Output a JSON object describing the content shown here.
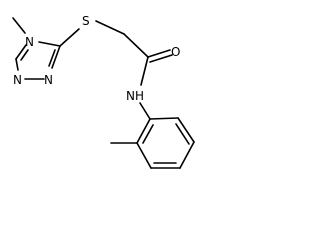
{
  "molecule": {
    "atoms": {
      "n4": "N",
      "s": "S",
      "o": "O",
      "nh": "NH",
      "n1": "N",
      "n2": "N"
    }
  },
  "colors": {
    "bond": "#000000",
    "background": "#ffffff"
  }
}
